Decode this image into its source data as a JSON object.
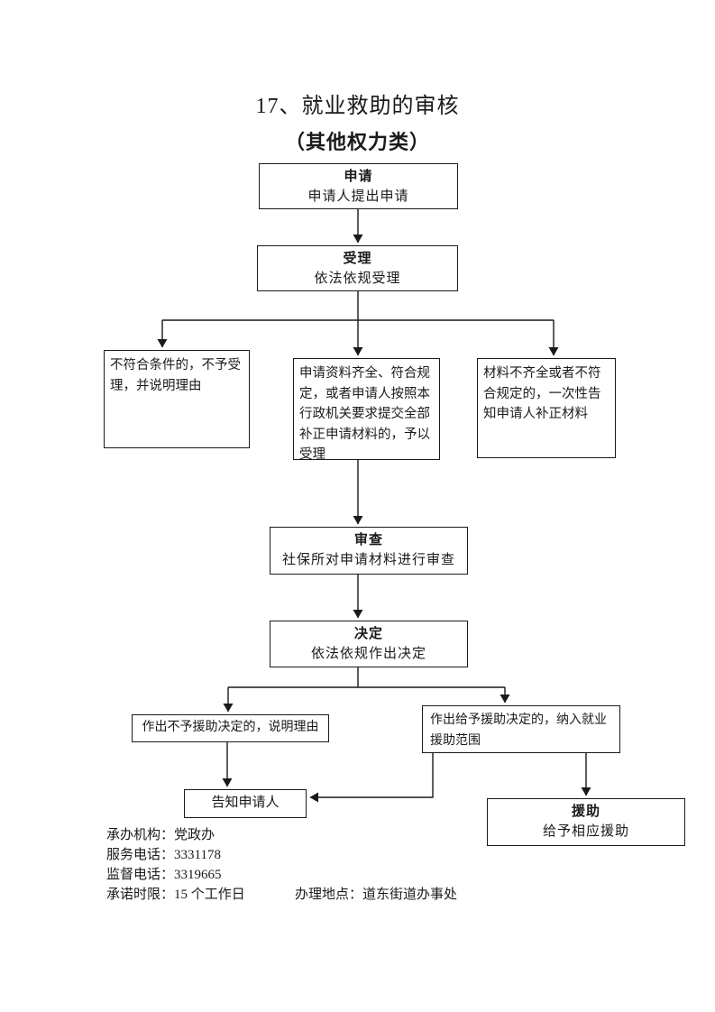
{
  "page": {
    "title": "17、就业救助的审核",
    "subtitle": "（其他权力类）"
  },
  "flowchart": {
    "nodes": {
      "apply": {
        "title": "申请",
        "body": "申请人提出申请"
      },
      "accept": {
        "title": "受理",
        "body": "依法依规受理"
      },
      "reject": {
        "body": "不符合条件的，不予受理，并说明理由"
      },
      "qualified": {
        "body": "申请资料齐全、符合规定，或者申请人按照本行政机关要求提交全部补正申请材料的，予以受理"
      },
      "incomplete": {
        "body": "材料不齐全或者不符合规定的，一次性告知申请人补正材料"
      },
      "review": {
        "title": "审查",
        "body": "社保所对申请材料进行审查"
      },
      "decide": {
        "title": "决定",
        "body": "依法依规作出决定"
      },
      "deny": {
        "body": "作出不予援助决定的，说明理由"
      },
      "grant": {
        "body": "作出给予援助决定的，纳入就业援助范围"
      },
      "notify": {
        "body": "告知申请人"
      },
      "aid": {
        "title": "援助",
        "body": "给予相应援助"
      }
    }
  },
  "footer": {
    "agency": "承办机构：党政办",
    "service_phone": "服务电话：3331178",
    "supervise_phone": "监督电话：3319665",
    "time_limit": "承诺时限：15 个工作日",
    "location": "办理地点：道东街道办事处"
  },
  "colors": {
    "ink": "#1a1a1a",
    "background": "#ffffff"
  }
}
